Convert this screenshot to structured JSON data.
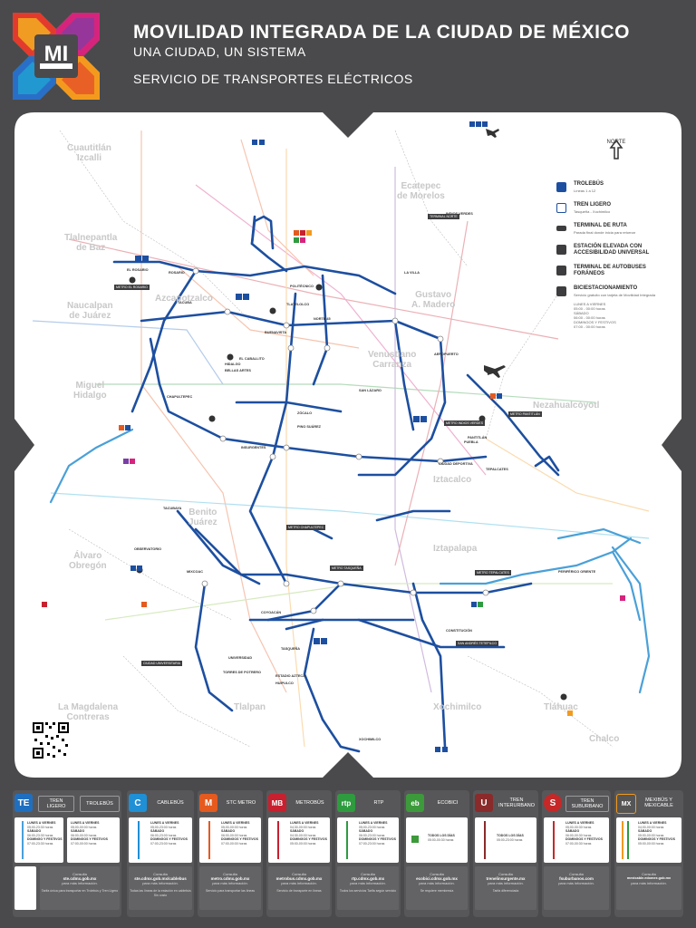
{
  "header": {
    "logo_text": "MI",
    "title": "MOVILIDAD INTEGRADA DE LA CIUDAD DE MÉXICO",
    "subtitle": "UNA CIUDAD, UN SISTEMA",
    "service": "SERVICIO DE TRANSPORTES ELÉCTRICOS"
  },
  "colors": {
    "background": "#4a4a4c",
    "trolebus": "#1d4fa0",
    "tren_ligero": "#4aa0d8",
    "metro": "#e55a1f",
    "metrobus": "#c8202f",
    "rtp": "#2e9b3f",
    "ecobici": "#3d9a3b",
    "cablebus": "#1f8fd6",
    "suburbano": "#c62828"
  },
  "map": {
    "north_label": "NORTE",
    "zones": [
      {
        "name": "Cuautitlán\nIzcalli"
      },
      {
        "name": "Ecatepec\nde Morelos"
      },
      {
        "name": "Tlalnepantla\nde Baz"
      },
      {
        "name": "Gustavo\nA. Madero"
      },
      {
        "name": "Naucalpan\nde Juárez"
      },
      {
        "name": "Azcapotzalco"
      },
      {
        "name": "Venustiano\nCarranza"
      },
      {
        "name": "Nezahualcóyotl"
      },
      {
        "name": "Miguel\nHidalgo"
      },
      {
        "name": "Iztacalco"
      },
      {
        "name": "Benito\nJuárez"
      },
      {
        "name": "Álvaro\nObregón"
      },
      {
        "name": "Iztapalapa"
      },
      {
        "name": "La Magdalena\nContreras"
      },
      {
        "name": "Tlalpan"
      },
      {
        "name": "Xochimilco"
      },
      {
        "name": "Tláhuac"
      },
      {
        "name": "Chalco"
      }
    ],
    "legend": [
      {
        "title": "TROLEBÚS",
        "sub": "Líneas 1 a 12",
        "icon": "trolebus-icon"
      },
      {
        "title": "TREN LIGERO",
        "sub": "Tasqueña - Xochimilco",
        "icon": "tren-ligero-icon"
      },
      {
        "title": "TERMINAL DE RUTA",
        "sub": "Parada final donde inicia para retornar",
        "icon": "terminal-icon"
      },
      {
        "title": "ESTACIÓN ELEVADA CON ACCESIBILIDAD UNIVERSAL",
        "sub": "",
        "icon": "accessibility-icon"
      },
      {
        "title": "TERMINAL DE AUTOBUSES FORÁNEOS",
        "sub": "",
        "icon": "bus-terminal-icon"
      },
      {
        "title": "BICIESTACIONAMIENTO",
        "sub": "Servicio gratuito con tarjeta de Movilidad Integrada",
        "icon": "bike-parking-icon"
      }
    ],
    "legend_schedule": [
      "LUNES A VIERNES",
      "05:00 - 00:00 horas",
      "SÁBADO",
      "06:00 - 00:00 horas",
      "DOMINGOS Y FESTIVOS",
      "07:00 - 00:00 horas"
    ],
    "station_labels": [
      "EL CABALLITO",
      "HIDALGO",
      "BELLAS ARTES",
      "TACUBA",
      "ZÓCALO",
      "PINO SUÁREZ",
      "BUENAVISTA",
      "CHAPULTEPEC",
      "INSURGENTES",
      "TASQUEÑA",
      "XOCHIMILCO",
      "TLATELOLCO",
      "INDIOS VERDES",
      "PANTITLÁN",
      "AEROPUERTO",
      "ROSARIO",
      "EL ROSARIO",
      "CIUDAD DEPORTIVA",
      "ESTADIO AZTECA",
      "HUIPULCO",
      "TORRES DE POTRERO",
      "COYOACÁN",
      "UNIVERSIDAD",
      "CONSTITUCIÓN",
      "MIXCOAC",
      "OBSERVATORIO",
      "TACUBAYA",
      "SAN LÁZARO",
      "TEPALCATES",
      "PERIFÉRICO ORIENTE",
      "LA VILLA",
      "POLITÉCNICO",
      "NORTE 45",
      "PUEBLA"
    ],
    "terminals": [
      "METRO EL ROSARIO",
      "TERMINAL NORTE",
      "METRO INDIOS VERDES",
      "METRO CHAPULTEPEC",
      "METRO PANTITLÁN",
      "METRO TASQUEÑA",
      "CIUDAD UNIVERSITARIA",
      "METRO TEPALCATES",
      "SAN ANDRÉS TETEPILCO"
    ]
  },
  "panels": [
    {
      "id": "tren-ligero",
      "icon": "TE",
      "name": "TREN\nLIGERO",
      "name2": "TROLEBÚS",
      "body": [
        "LUNES A VIERNES",
        "05:00-23:30 horas",
        "SÁBADO",
        "06:00-23:30 horas",
        "DOMINGO Y FESTIVOS",
        "07:00-23:30 horas"
      ],
      "body2": [
        "LUNES A VIERNES",
        "05:00-00:00 horas",
        "SÁBADO",
        "06:00-00:00 horas",
        "DOMINGOS Y FESTIVOS",
        "07:00-00:00 horas"
      ],
      "url_pre": "Consulta",
      "url": "ste.cdmx.gob.mx",
      "url_post": "para más información.",
      "note": "Tarifa única para transportar en Trolebús y Tren Ligero"
    },
    {
      "id": "cablebus",
      "icon": "C",
      "name": "CABLEBÚS",
      "body": [
        "LUNES A VIERNES",
        "05:00-23:00 horas",
        "SÁBADO",
        "06:00-23:00 horas",
        "DOMINGOS Y FESTIVOS",
        "07:00-23:00 horas"
      ],
      "url_pre": "Consulta",
      "url": "ste.cdmx.gob.mx/cablebus",
      "url_post": "para más información.",
      "note": "Todas las líneas de la estación en cablebús Sin costo"
    },
    {
      "id": "metro",
      "icon": "M",
      "name": "STC METRO",
      "body": [
        "LUNES A VIERNES",
        "05:00-00:00 horas",
        "SÁBADO",
        "06:00-00:00 horas",
        "DOMINGOS Y FESTIVOS",
        "07:00-00:00 horas"
      ],
      "url_pre": "Consulta",
      "url": "metro.cdmx.gob.mx",
      "url_post": "para más información.",
      "note": "Servicio para transportar las líneas"
    },
    {
      "id": "metrobus",
      "icon": "MB",
      "name": "METROBÚS",
      "body": [
        "LUNES A VIERNES",
        "04:30-00:00 horas",
        "SÁBADO",
        "04:30-00:00 horas",
        "DOMINGOS Y FESTIVOS",
        "05:00-00:00 horas"
      ],
      "url_pre": "Consulta",
      "url": "metrobus.cdmx.gob.mx",
      "url_post": "para más información.",
      "note": "Servicio de transporte en líneas"
    },
    {
      "id": "rtp",
      "icon": "rtp",
      "name": "RTP",
      "body": [
        "LUNES A VIERNES",
        "05:00-23:00 horas",
        "SÁBADO",
        "06:00-23:00 horas",
        "DOMINGOS Y FESTIVOS",
        "07:00-23:00 horas"
      ],
      "url_pre": "Consulta",
      "url": "rtp.cdmx.gob.mx",
      "url_post": "para más información.",
      "note": "Todos los servicios Tarifa según servicio"
    },
    {
      "id": "ecobici",
      "icon": "eb",
      "name": "ECOBICI",
      "body": [
        "TODOS LOS DÍAS",
        "05:00-00:30 horas"
      ],
      "url_pre": "Consulta",
      "url": "ecobici.cdmx.gob.mx",
      "url_post": "para más información.",
      "note": "Se requiere membresía"
    },
    {
      "id": "interurbano",
      "icon": "U",
      "name": "TREN\nINTERURBANO",
      "body": [
        "TODOS LOS DÍAS",
        "05:00-23:00 horas"
      ],
      "url_pre": "Consulta",
      "url": "trenelinsurgente.mx",
      "url_post": "para más información.",
      "note": "Tarifa diferenciada"
    },
    {
      "id": "suburbano",
      "icon": "S",
      "name": "TREN\nSUBURBANO",
      "body": [
        "LUNES A VIERNES",
        "05:00-00:30 horas",
        "SÁBADO",
        "06:00-00:30 horas",
        "DOMINGOS Y FESTIVOS",
        "07:00-00:30 horas"
      ],
      "url_pre": "Consulta",
      "url": "fsuburbanos.com",
      "url_post": "para más información.",
      "note": ""
    },
    {
      "id": "mexibus",
      "icon": "MX",
      "name": "MEXIBÚS Y\nMEXICABLE",
      "body": [
        "LUNES A VIERNES",
        "04:00-00:00 horas",
        "SÁBADO",
        "05:00-00:00 horas",
        "DOMINGOS Y FESTIVOS",
        "05:00-00:00 horas"
      ],
      "url_pre": "Consulta",
      "url": "mexicable.edomex.gob.mx",
      "url_post": "para más información.",
      "note": ""
    }
  ]
}
